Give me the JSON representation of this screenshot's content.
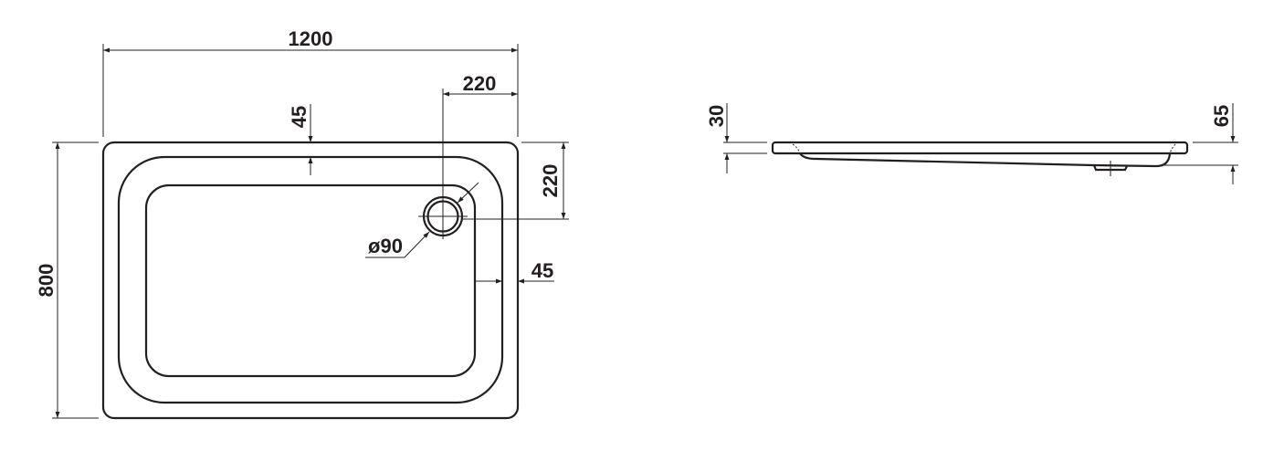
{
  "title": "Shower tray technical drawing",
  "line_color": "#231f20",
  "top_view": {
    "dim_width": "1200",
    "dim_length": "800",
    "dim_drain_x": "220",
    "dim_drain_y": "220",
    "dim_rim_top": "45",
    "dim_rim_side": "45",
    "dim_drain_diameter": "ø90"
  },
  "side_view": {
    "dim_rim_height": "30",
    "dim_total_height": "65"
  }
}
